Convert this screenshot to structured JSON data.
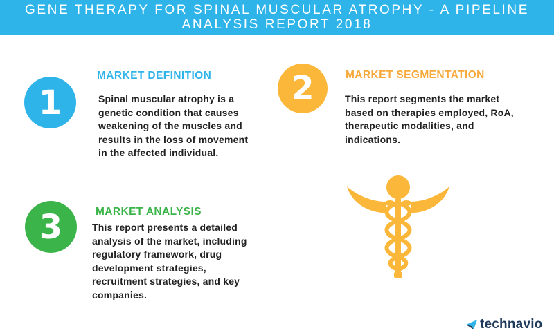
{
  "header": {
    "line1": "GENE THERAPY FOR SPINAL MUSCULAR ATROPHY - A PIPELINE",
    "line2": "ANALYSIS REPORT 2018"
  },
  "colors": {
    "header_bg": "#2fb4ea",
    "blue": "#2fb4ea",
    "orange": "#fbb73a",
    "green": "#3bb44a",
    "text": "#222222",
    "logo": "#1f3a5a"
  },
  "sections": [
    {
      "number": "1",
      "title": "MARKET DEFINITION",
      "lines": [
        "Spinal muscular atrophy is a",
        "genetic condition that causes",
        "weakening of the muscles and",
        "results in the loss of movement",
        "in the affected individual."
      ]
    },
    {
      "number": "2",
      "title": "MARKET SEGMENTATION",
      "lines": [
        "This report segments the market",
        "based on therapies employed, RoA,",
        "therapeutic modalities, and",
        "indications."
      ]
    },
    {
      "number": "3",
      "title": "MARKET ANALYSIS",
      "lines": [
        "This report presents a detailed",
        "analysis of the market, including",
        "regulatory framework, drug",
        "development strategies,",
        "recruitment strategies, and key",
        "companies."
      ]
    }
  ],
  "illustration": {
    "icon": "caduceus-icon"
  },
  "logo": {
    "text": "technavio",
    "icon": "technavio-arrow-icon"
  }
}
